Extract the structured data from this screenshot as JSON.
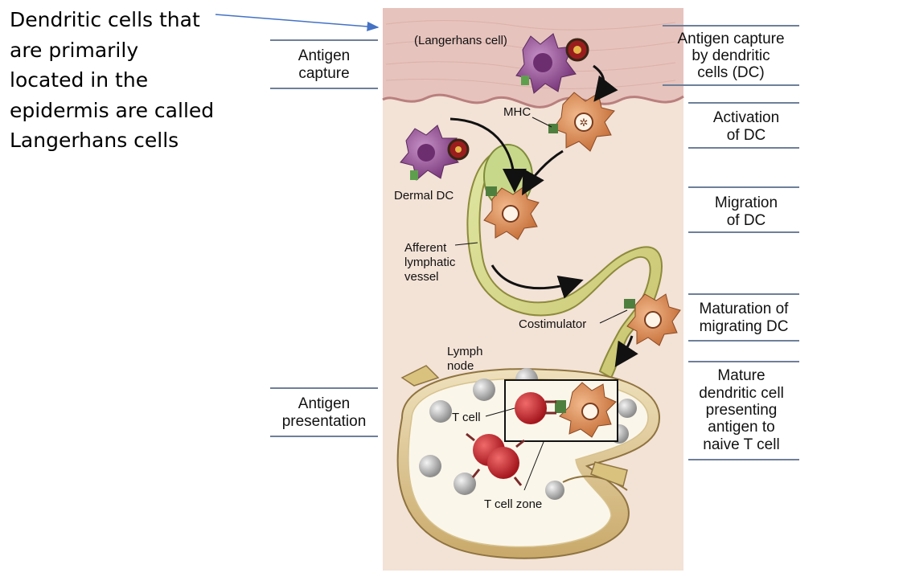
{
  "annotation": {
    "lines": [
      "Dendritic cells that",
      "are primarily",
      "located in the",
      "epidermis are called",
      "Langerhans cells"
    ]
  },
  "left_labels": {
    "antigen_capture": [
      "Antigen",
      "capture"
    ],
    "antigen_presentation": [
      "Antigen",
      "presentation"
    ]
  },
  "right_steps": [
    {
      "lines": [
        "Antigen capture",
        "by dendritic",
        "cells (DC)"
      ]
    },
    {
      "lines": [
        "Activation",
        "of DC"
      ]
    },
    {
      "lines": [
        "Migration",
        "of DC"
      ]
    },
    {
      "lines": [
        "Maturation of",
        "migrating DC"
      ]
    },
    {
      "lines": [
        "Mature",
        "dendritic cell",
        "presenting",
        "antigen to",
        "naive T cell"
      ]
    }
  ],
  "figure_labels": {
    "langerhans": "(Langerhans cell)",
    "mhc": "MHC",
    "dermal_dc": "Dermal DC",
    "afferent": [
      "Afferent",
      "lymphatic",
      "vessel"
    ],
    "costimulator": "Costimulator",
    "lymph_node": [
      "Lymph",
      "node"
    ],
    "t_cell": "T cell",
    "t_cell_zone": "T cell zone"
  },
  "colors": {
    "skin": "#f2ddd2",
    "epidermis": "#e8c7c0",
    "lymphatic": "#e9df9c",
    "dc_purple": "#8a3f8a",
    "dc_orange": "#d98a4f",
    "t_cell_red": "#c0262c",
    "node_tan": "#e6d4a8",
    "arrow_blue": "#4472c4"
  }
}
